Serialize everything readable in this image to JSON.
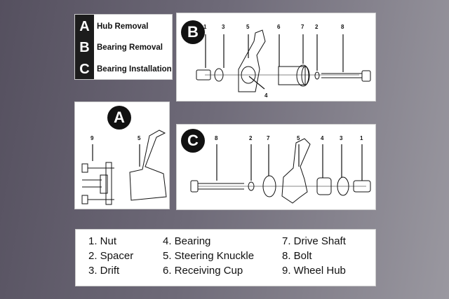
{
  "legend": [
    {
      "letter": "A",
      "label": "Hub Removal"
    },
    {
      "letter": "B",
      "label": "Bearing Removal"
    },
    {
      "letter": "C",
      "label": "Bearing Installation"
    }
  ],
  "panel_b": {
    "badge": "B",
    "labels": [
      "1",
      "3",
      "5",
      "6",
      "7",
      "2",
      "8",
      "4"
    ]
  },
  "panel_a": {
    "badge": "A",
    "labels": [
      "9",
      "5"
    ]
  },
  "panel_c": {
    "badge": "C",
    "labels": [
      "8",
      "2",
      "7",
      "5",
      "4",
      "3",
      "1"
    ]
  },
  "key": [
    [
      "1. Nut",
      "2. Spacer",
      "3. Drift"
    ],
    [
      "4. Bearing",
      "5. Steering Knuckle",
      "6. Receiving Cup"
    ],
    [
      "7. Drive Shaft",
      "8. Bolt",
      "9. Wheel Hub"
    ]
  ]
}
